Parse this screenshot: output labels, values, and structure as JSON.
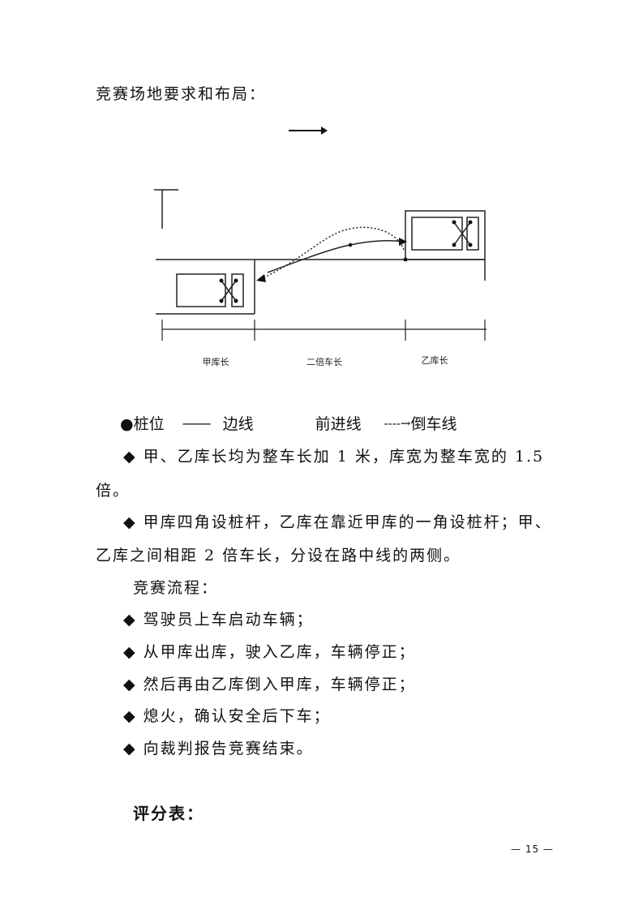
{
  "heading": "竞赛场地要求和布局：",
  "diagram": {
    "label_jia": "甲库长",
    "label_mid": "二倍车长",
    "label_yi": "乙库长"
  },
  "legend": {
    "pile": "●桩位",
    "edge_dash": "——",
    "edge": "边线",
    "forward": "前进线",
    "reverse_arrow": "----→",
    "reverse": "倒车线"
  },
  "rules": [
    "◆ 甲、乙库长均为整车长加 1 米，库宽为整车宽的 1.5",
    "倍。",
    "◆ 甲库四角设桩杆，乙库在靠近甲库的一角设桩杆；甲、",
    "乙库之间相距 2 倍车长，分设在路中线的两侧。"
  ],
  "process_title": "竞赛流程：",
  "process": [
    "◆ 驾驶员上车启动车辆；",
    "◆ 从甲库出库，驶入乙库，车辆停正；",
    "◆ 然后再由乙库倒入甲库，车辆停正；",
    "◆ 熄火，确认安全后下车；",
    "◆ 向裁判报告竞赛结束。"
  ],
  "score_title": "评分表：",
  "page_number": "— 15 —"
}
